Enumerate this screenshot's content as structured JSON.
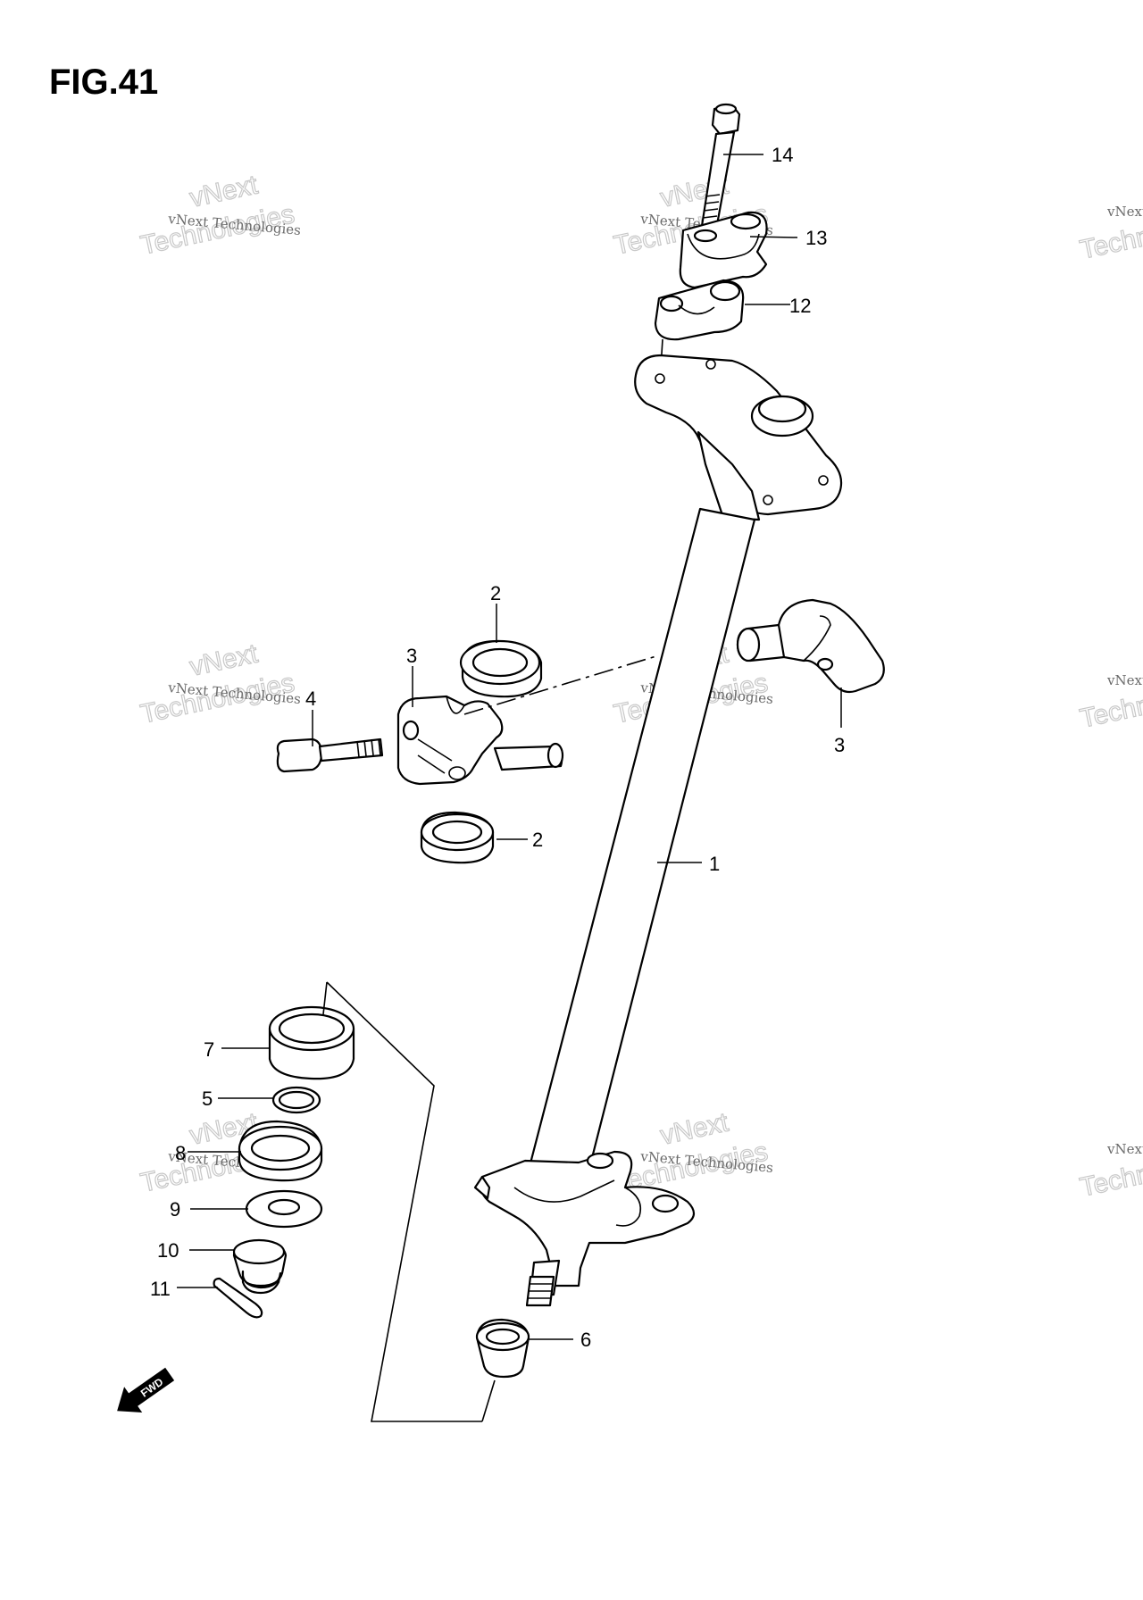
{
  "figure": {
    "title": "FIG.41"
  },
  "callouts": {
    "c1": "1",
    "c2a": "2",
    "c2b": "2",
    "c3a": "3",
    "c3b": "3",
    "c4": "4",
    "c5": "5",
    "c6": "6",
    "c7": "7",
    "c8": "8",
    "c9": "9",
    "c10": "10",
    "c11": "11",
    "c12": "12",
    "c13": "13",
    "c14": "14"
  },
  "watermark": {
    "line1": "vNext Technologies",
    "line2": "Technologies",
    "line3": "vNext"
  },
  "fwd_label": "FWD",
  "colors": {
    "line": "#000000",
    "watermark": "#c8c8c8",
    "background": "#ffffff"
  }
}
